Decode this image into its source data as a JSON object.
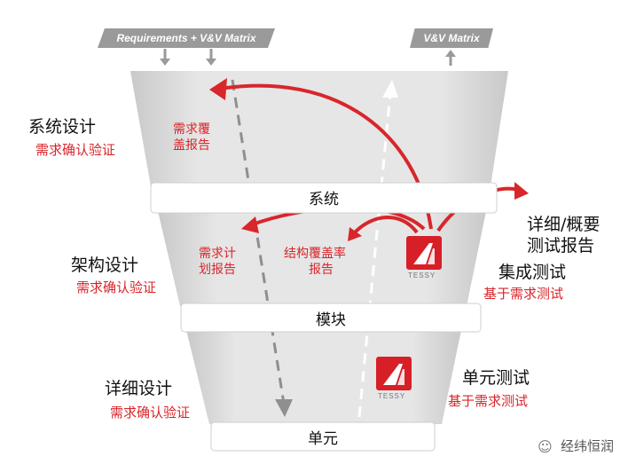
{
  "top_tags": {
    "left": "Requirements + V&V Matrix",
    "right": "V&V Matrix"
  },
  "levels": {
    "system": "系统",
    "module": "模块",
    "unit": "单元"
  },
  "left_labels": {
    "system_design": "系统设计",
    "system_design_sub": "需求确认验证",
    "arch_design": "架构设计",
    "arch_design_sub": "需求确认验证",
    "detail_design": "详细设计",
    "detail_design_sub": "需求确认验证"
  },
  "inner_labels": {
    "req_coverage_1": "需求覆",
    "req_coverage_2": "盖报告",
    "req_plan_1": "需求计",
    "req_plan_2": "划报告",
    "struct_cov_1": "结构覆盖率",
    "struct_cov_2": "报告"
  },
  "right_labels": {
    "detail_report_1": "详细/概要",
    "detail_report_2": "测试报告",
    "integration_test": "集成测试",
    "integration_sub": "基于需求测试",
    "unit_test": "单元测试",
    "unit_sub": "基于需求测试"
  },
  "logo_text": "TESSY",
  "watermark": "经纬恒润",
  "colors": {
    "accent_red": "#d8262b",
    "funnel_gray": "#dcdcdc",
    "tag_gray": "#9a9a9a"
  }
}
